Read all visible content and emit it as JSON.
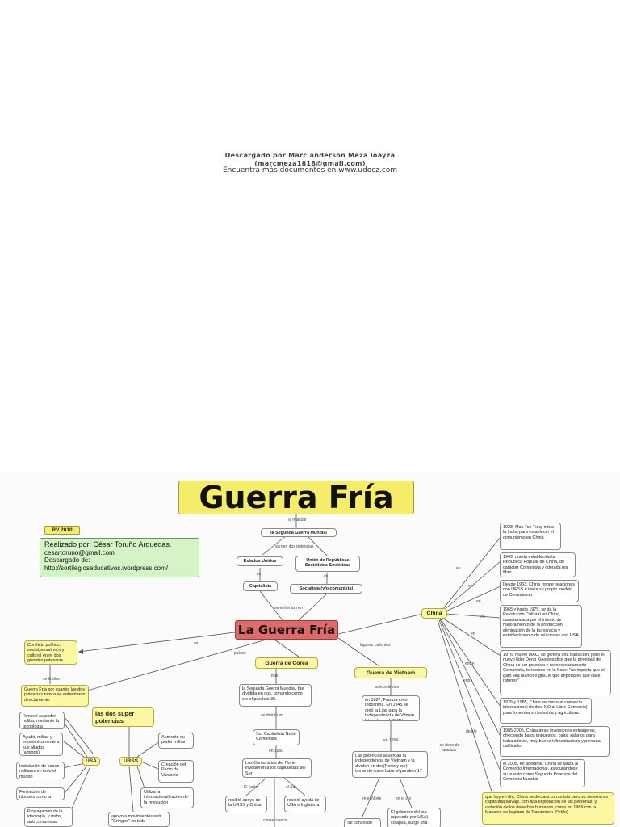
{
  "header": {
    "line1": "Descargado por Marc anderson Meza loayza",
    "line2": "(marcmeza1818@gmail.com)",
    "line3": "Encuentra más documentos en www.udocz.com"
  },
  "map": {
    "title": "Guerra Fría",
    "rv": "RV 2010",
    "credits": {
      "l1": "Realizado por: César Toruño Arguedas.",
      "l2": "cesartoruno@gmail.com",
      "l3": "Descargado de:",
      "l4": "http://sortilegioseducativos.wordpress.com/"
    },
    "center": "La Guerra Fría",
    "nodes": {
      "sgm": "la Segunda Guerra Mundial",
      "eeuu": "Estados Unidos",
      "urss_full": "Unión de Repúblicas Socialistas Soviéticas",
      "capitalista": "Capitalista",
      "socialista": "Socialista (y/o comunista)",
      "conflicto": "Conflicto político, social,económico y cultural entre dos grandes potencias (USA vrs. URSS)",
      "guerra_frio": "Guerra Fría por cuanto, las dos potencias nunca se enfrentaron directamente.",
      "super": "las dos super potencias",
      "usa": "USA",
      "urss": "URSS",
      "renovo": "Renovó su poder militar, mediante la tecnología",
      "ayudo": "Ayudó, militar y económicamente a sus aliados (amigos)",
      "bases": "Instalación de bases militares en todo el mundo",
      "otan": "Formación de bloques como la OTAN",
      "propaganda": "Propagación de la ideología, y mitos, anti comunistas",
      "aumento": "Aumentó su poder militar",
      "varsovia": "Creación del Pacto de Varsovia",
      "internac": "Utiliza la internacionalización de la revolución",
      "apoyo": "apoyo a movimientos anti \"Gringos\" en todo",
      "corea": "Guerra de Corea",
      "tras_sgm": "la Segunda Guerra Mundial, fue dividida en dos, tomando como eje el paralelo 38.",
      "sur_norte": "Sur Capitalista Norte Comunista",
      "comunistas": "Los Comunistas del Norte invadieron a los capitalistas del Sur",
      "recibio_urss": "recibió apoyo de la URSS y China",
      "recibio_usa": "recibió ayuda de USA e Inglaterra",
      "vietnam": "Guerra de Vietnam",
      "en1887": "en 1887, Francia creó Indochina. En 1945 se creó la Liga para la Independencia de Vitnam liderada por HO CHI MINH",
      "potencias": "Las potencias acuerdan la independencia de Vietnam y la dividen en dos(Norte y sur) tomando como base el paralelo 17",
      "consolido": "Se consolidó",
      "gob_sur": "El gobierno del sur (apoyado por USA) colapsa, surge una",
      "china": "China",
      "c1928": "1928, Mao Tse-Tung inicia la lucha para establecer el comunismo en China",
      "c1949": "1949, queda establecida la República Popular de China, de carácter Comunista y liderada por Mao",
      "c1963": "Desde 1963, China rompe relaciones con URSS e inicia su propio modelo de Comunismo",
      "c1965": "1965 y hasta 1975, se da la Revolución Cultural en China, caracterizada por el intento de mejoramiento de la producción, eliminación de la burocracia y establecimiento de relaciones con USA",
      "c1976": "1976, muere MAO, se genera una transición, pero el nuevo líder Deng Xiaoping dice que la prioridad de China es ser potencia y no necesariamente Comunista, lo resume en la frase: \"no importa que el gato sea blanco o gris, lo que importa es que cace ratones\"",
      "c1976_85": "1976 y 1985, China se cierra al comercio internacional (lo dice NO al Libre Comercio) para fomentar su industria y agricultura.",
      "c1985": "1985-2005, China atrae inversiones extranjeras, ofreciendo bajos impuestos, bajos salarios para trabajadores, muy buena infraestructura y personal calificado",
      "c2005": "el 2005, en adelante, China se lanza al Comercio Internacional, asegurándose su puesto como Segunda Potencia del Comercio Mundial",
      "hoy": "que hoy en día, China se declara comunista pero su sistema es capitalista salvaje, con alta explotación de las personas, y violación de los derechos humanos, como en 1989 con la Masacre de la plaza de Tiananmen (Pekín)"
    },
    "labels": {
      "al_finalizar": "al finalizar",
      "surgen": "surgen dos potencias",
      "es1": "es",
      "es2": "es",
      "se_enfrentan": "se enfrentan en",
      "es3": "es",
      "paises": "países",
      "lugares": "lugares calientes",
      "se_le_dice": "se le dice",
      "tras": "tras",
      "se_dividio": "se dividió en",
      "en1950": "en 1950",
      "el_norte": "El norte",
      "el_sur": "el Sur",
      "consecuencia": "consecuencia",
      "antecedentes": "antecedentes",
      "en1954": "en 1954",
      "en_norte": "en el Norte",
      "en_sur": "en el sur",
      "en_a": "en",
      "en_b": "en",
      "en_c": "en",
      "en_d": "en",
      "en_e": "en",
      "entre_a": "entre",
      "entre_b": "entre",
      "desde": "desde",
      "se_debe": "se debe de analizar"
    }
  }
}
